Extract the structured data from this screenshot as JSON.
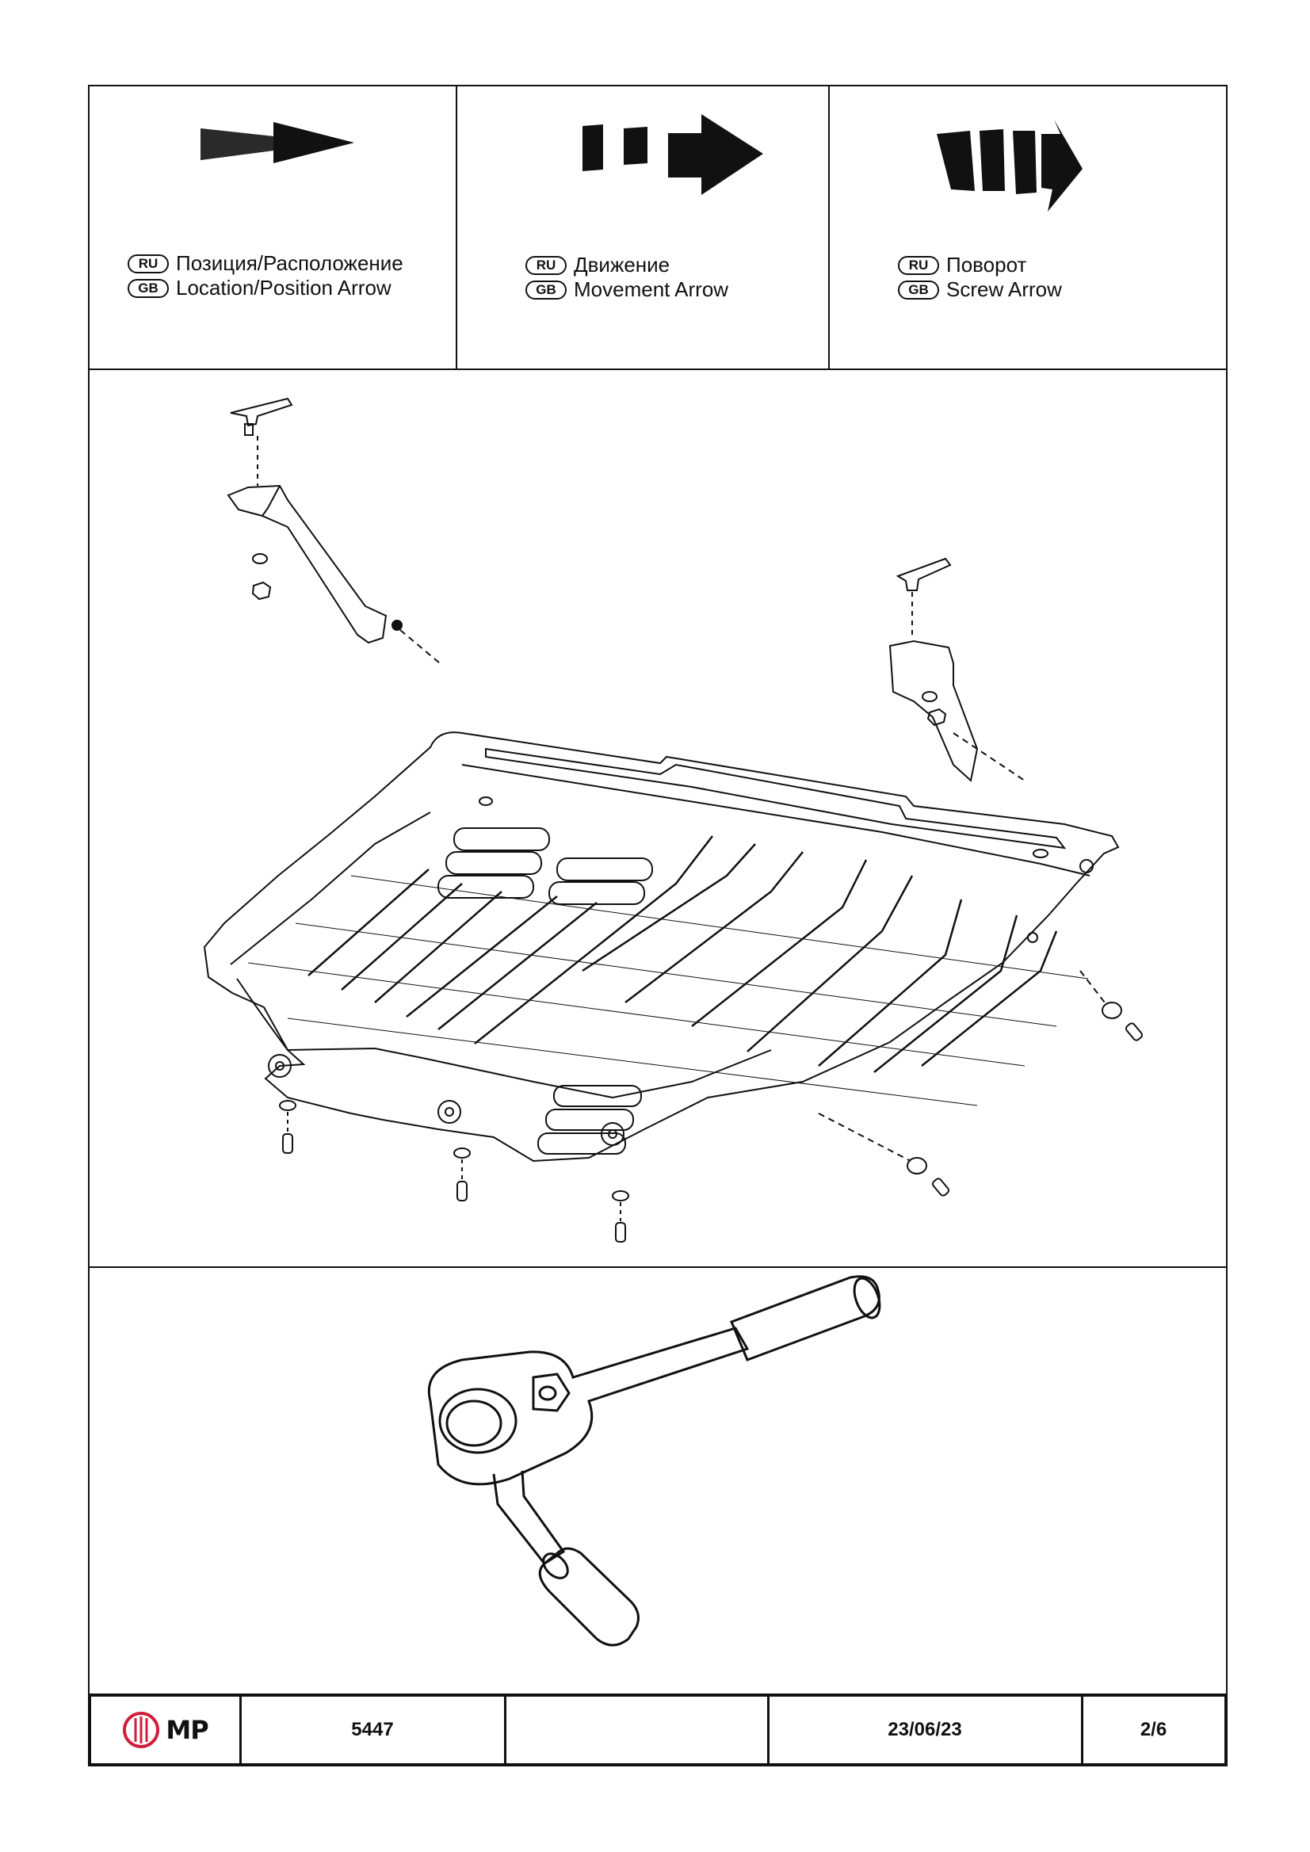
{
  "legend": [
    {
      "ru_code": "RU",
      "ru_text": "Позиция/Расположение",
      "gb_code": "GB",
      "gb_text": "Location/Position Arrow",
      "icon": "location-arrow-icon"
    },
    {
      "ru_code": "RU",
      "ru_text": "Движение",
      "gb_code": "GB",
      "gb_text": "Movement Arrow",
      "icon": "movement-arrow-icon"
    },
    {
      "ru_code": "RU",
      "ru_text": "Поворот",
      "gb_code": "GB",
      "gb_text": "Screw Arrow",
      "icon": "screw-arrow-icon"
    }
  ],
  "diagram": {
    "icon": "skid-plate-exploded-view"
  },
  "tool": {
    "icon": "ratchet-wrench-icon"
  },
  "titleblock": {
    "logo_text": "MP",
    "part_number": "5447",
    "blank": "",
    "date": "23/06/23",
    "page": "2/6",
    "logo_color": "#d01f3c"
  }
}
